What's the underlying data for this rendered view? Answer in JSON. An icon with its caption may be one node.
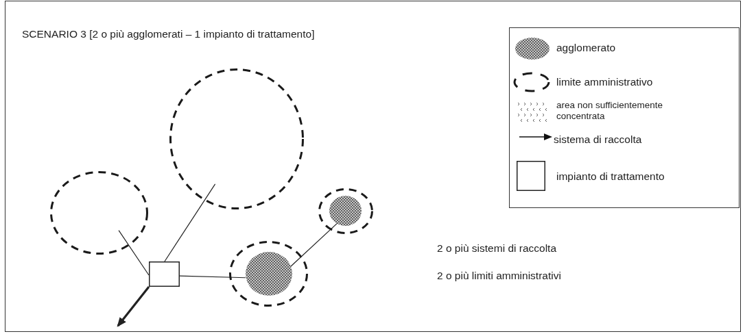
{
  "diagram": {
    "title": "SCENARIO 3 [2 o più agglomerati – 1 impianto di trattamento]",
    "nodes": [
      {
        "text": [],
        "shape": "ellipse"
      },
      {
        "text": [],
        "shape": "ellipse"
      },
      {
        "text": [],
        "shape": "ellipse"
      },
      {
        "text": [],
        "shape": "circle",
        "in": 2
      },
      {
        "text": [],
        "shape": "ellipse"
      },
      {
        "text": [],
        "shape": "circle",
        "in": 4
      },
      {
        "text": [],
        "shape": "box"
      }
    ],
    "edges": [
      {
        "from": 6,
        "to": 1,
        "arrow": "none"
      },
      {
        "from": 6,
        "to": 0,
        "arrow": "none"
      },
      {
        "from": 6,
        "to": 5,
        "arrow": "none"
      },
      {
        "from": 5,
        "to": 3,
        "arrow": "none"
      },
      {
        "from": 6,
        "to": null,
        "arrow": "to",
        "style": "thick"
      }
    ],
    "labels": [
      "2 o più sistemi di raccolta",
      "2 o più limiti amministrativi"
    ],
    "legend": [
      {
        "text": "agglomerato"
      },
      {
        "text": "limite amministrativo"
      },
      {
        "text": "area non sufficientemente concentrata"
      },
      {
        "text": "sistema di raccolta"
      },
      {
        "text": "impianto di trattamento"
      }
    ]
  }
}
